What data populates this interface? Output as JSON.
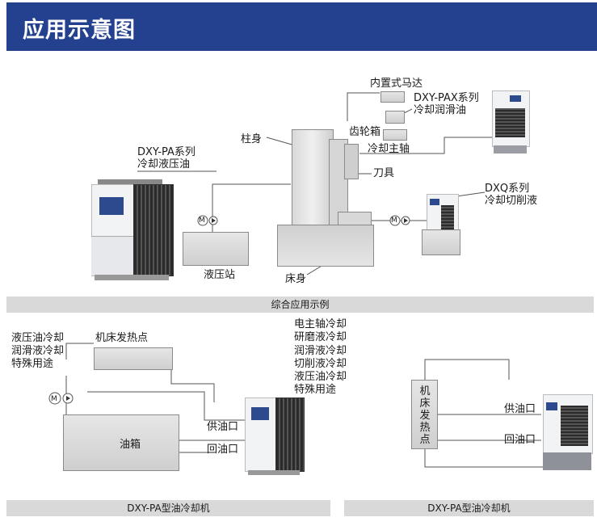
{
  "header": {
    "title": "应用示意图"
  },
  "top_diagram": {
    "motor_label": "内置式马达",
    "pax_label_1": "DXY-PAX系列",
    "pax_label_2": "冷却润滑油",
    "gearbox_label": "齿轮箱",
    "spindle_label": "冷却主轴",
    "column_label": "柱身",
    "tool_label": "刀具",
    "pa_label_1": "DXY-PA系列",
    "pa_label_2": "冷却液压油",
    "dxq_label_1": "DXQ系列",
    "dxq_label_2": "冷却切削液",
    "hydraulic_station_label": "液压站",
    "bed_label": "床身",
    "pump_symbol": "M"
  },
  "middle_caption": "综合应用示例",
  "bottom_left": {
    "uses": [
      "液压油冷却",
      "润滑液冷却",
      "特殊用途"
    ],
    "heat_point_label": "机床发热点",
    "tank_label": "油箱",
    "supply_label": "供油口",
    "return_label": "回油口",
    "pump_symbol": "M",
    "applications": [
      "电主轴冷却",
      "研磨液冷却",
      "润滑液冷却",
      "切削液冷却",
      "液压油冷却",
      "特殊用途"
    ],
    "caption": "DXY-PA型油冷却机"
  },
  "bottom_right": {
    "heat_point_label": "机床发热点",
    "supply_label": "供油口",
    "return_label": "回油口",
    "caption": "DXY-PA型油冷却机"
  }
}
